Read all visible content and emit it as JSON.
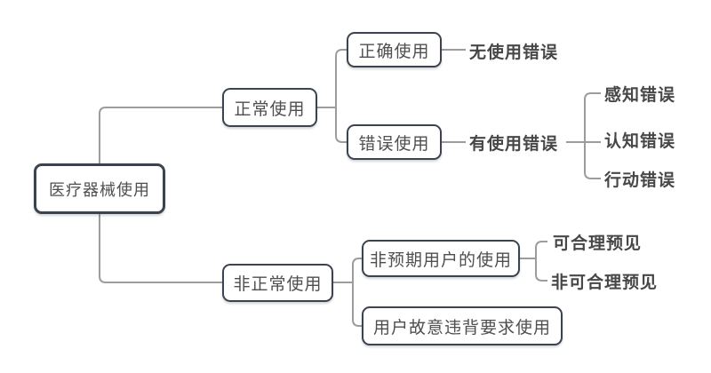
{
  "colors": {
    "node_border": "#3b4350",
    "node_text": "#4f4f4f",
    "label_text": "#474747",
    "connector": "#9c9c9c",
    "background": "#ffffff"
  },
  "nodes": {
    "root": {
      "label": "医疗器械使用"
    },
    "normal": {
      "label": "正常使用"
    },
    "abnormal": {
      "label": "非正常使用"
    },
    "correct": {
      "label": "正确使用"
    },
    "wrong": {
      "label": "错误使用"
    },
    "no_error": {
      "label": "无使用错误"
    },
    "has_error": {
      "label": "有使用错误"
    },
    "perception": {
      "label": "感知错误"
    },
    "cognition": {
      "label": "认知错误"
    },
    "action": {
      "label": "行动错误"
    },
    "unintended": {
      "label": "非预期用户的使用"
    },
    "foreseeable": {
      "label": "可合理预见"
    },
    "not_foreseeable": {
      "label": "非可合理预见"
    },
    "violate": {
      "label": "用户故意违背要求使用"
    }
  }
}
